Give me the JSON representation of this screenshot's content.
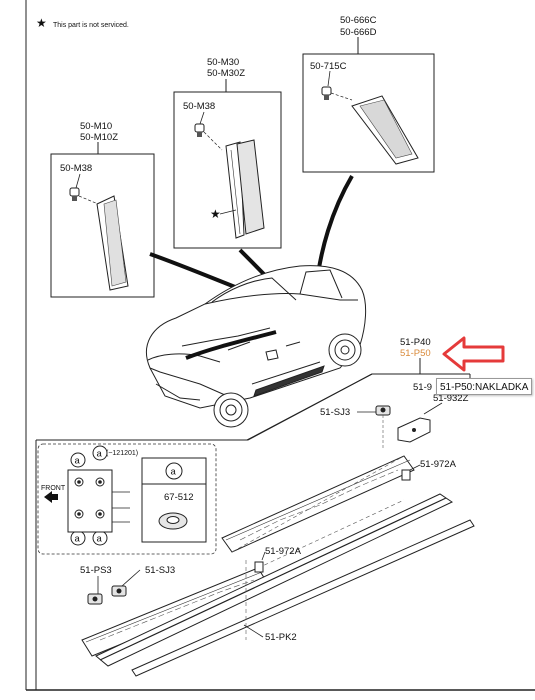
{
  "note": {
    "symbol": "★",
    "text": "This part is not serviced."
  },
  "parts": {
    "p_50_666c": "50-666C",
    "p_50_666d": "50-666D",
    "p_50_715c": "50-715C",
    "p_50_m30": "50-M30",
    "p_50_m30z": "50-M30Z",
    "p_50_m38_a": "50-M38",
    "p_50_m10": "50-M10",
    "p_50_m10z": "50-M10Z",
    "p_50_m38_b": "50-M38",
    "p_51_p40": "51-P40",
    "p_51_p50": "51-P50",
    "p_51_9_part": "51-9",
    "p_51_932z": "51-932Z",
    "p_51_sj3_a": "51-SJ3",
    "p_51_972a_a": "51-972A",
    "p_51_972a_b": "51-972A",
    "p_51_ps3": "51-PS3",
    "p_51_sj3_b": "51-SJ3",
    "p_51_pk2": "51-PK2"
  },
  "legend": {
    "date_code": "(~121201)",
    "marker_letter": "a",
    "front_label": "FRONT",
    "clip_part": "67-512"
  },
  "tooltip": {
    "text": "51-P50:NAKLADKA"
  },
  "colors": {
    "highlight_arrow": "#e53a3a",
    "highlight_label": "#d98a3a",
    "line": "#1a1a1a"
  }
}
